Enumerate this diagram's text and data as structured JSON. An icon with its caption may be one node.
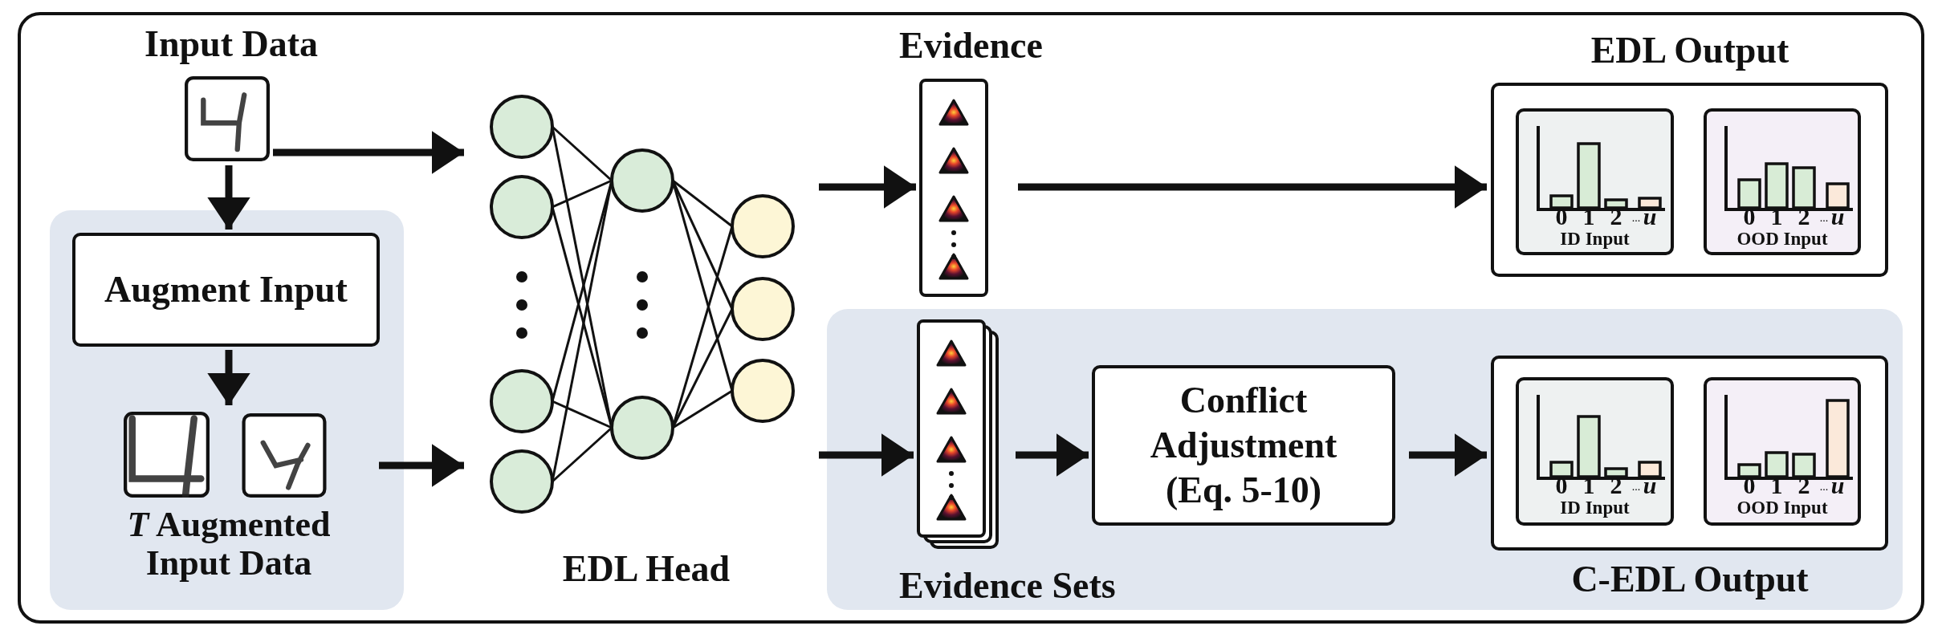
{
  "diagram": {
    "nodes": [
      {
        "text": [
          "Input Data"
        ]
      },
      {
        "text": [],
        "shape": "box"
      },
      {
        "text": [
          "Augment Input"
        ],
        "in": 1
      },
      {
        "text": [
          "*T* Augmented Input Data"
        ],
        "in": 1
      },
      {
        "text": [
          "EDL Head"
        ]
      },
      {
        "text": [
          "Evidence"
        ]
      },
      {
        "text": [
          "EDL Output"
        ]
      },
      {
        "text": [
          "ID Input"
        ],
        "in": 6
      },
      {
        "text": [
          "OOD Input"
        ],
        "in": 6
      },
      {
        "text": [],
        "shape": "box"
      },
      {
        "text": [
          "Evidence Sets"
        ],
        "in": 9
      },
      {
        "text": [
          "Conflict Adjustment (Eq. 5-10)"
        ],
        "in": 9
      },
      {
        "text": [
          "C-EDL Output"
        ],
        "in": 9
      },
      {
        "text": [
          "ID Input"
        ],
        "in": 12
      },
      {
        "text": [
          "OOD Input"
        ],
        "in": 12
      }
    ],
    "edges": [
      {
        "from": 0,
        "to": 2,
        "arrow": "to"
      },
      {
        "from": 2,
        "to": 3,
        "arrow": "to"
      },
      {
        "from": 0,
        "to": 4,
        "arrow": "to"
      },
      {
        "from": 3,
        "to": 4,
        "arrow": "to"
      },
      {
        "from": 4,
        "to": 5,
        "arrow": "to"
      },
      {
        "from": 5,
        "to": 6,
        "arrow": "to"
      },
      {
        "from": 4,
        "to": 10,
        "arrow": "to"
      },
      {
        "from": 10,
        "to": 11,
        "arrow": "to"
      },
      {
        "from": 11,
        "to": 12,
        "arrow": "to"
      }
    ],
    "labels": [
      "0",
      "1",
      "2",
      "...",
      "u",
      "0",
      "1",
      "2",
      "...",
      "u",
      "0",
      "1",
      "2",
      "...",
      "u",
      "0",
      "1",
      "2",
      "...",
      "u"
    ]
  }
}
